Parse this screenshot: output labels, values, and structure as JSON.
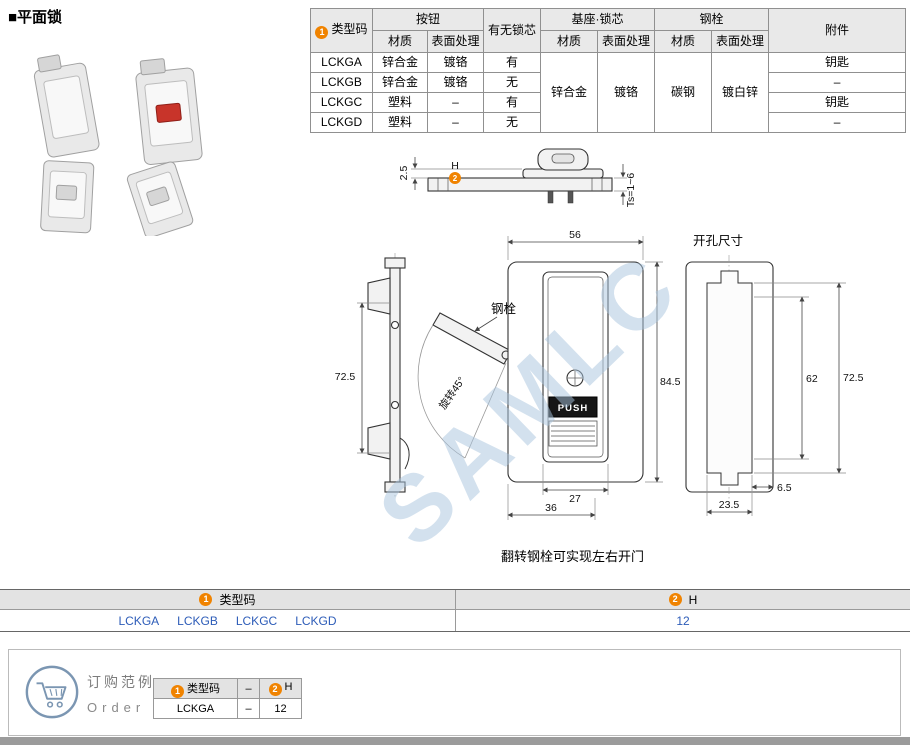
{
  "page": {
    "title": "■平面锁",
    "watermark": "SAMLC",
    "caption": "翻转钢栓可实现左右开门",
    "hole_title": "开孔尺寸"
  },
  "badges": {
    "one": "1",
    "two": "2"
  },
  "colors": {
    "accent_orange": "#f08300",
    "link_blue": "#2d5cb8"
  },
  "icons": {
    "order_cart": "shopping-cart-outline",
    "type_marker": "circled-number-orange"
  },
  "spec_table": {
    "header_type": "类型码",
    "groups": {
      "button": "按钮",
      "has_core": "有无锁芯",
      "base_core": "基座·锁芯",
      "bolt": "钢栓",
      "accessory": "附件"
    },
    "sub": {
      "material": "材质",
      "surface": "表面处理"
    },
    "rows": [
      {
        "code": "LCKGA",
        "btn_material": "锌合金",
        "btn_surface": "镀铬",
        "has_core": "有",
        "accessory": "钥匙"
      },
      {
        "code": "LCKGB",
        "btn_material": "锌合金",
        "btn_surface": "镀铬",
        "has_core": "无",
        "accessory": "–"
      },
      {
        "code": "LCKGC",
        "btn_material": "塑料",
        "btn_surface": "–",
        "has_core": "有",
        "accessory": "钥匙"
      },
      {
        "code": "LCKGD",
        "btn_material": "塑料",
        "btn_surface": "–",
        "has_core": "无",
        "accessory": "–"
      }
    ],
    "merged": {
      "base_material": "锌合金",
      "base_surface": "镀铬",
      "bolt_material": "碳钢",
      "bolt_surface": "镀白锌"
    }
  },
  "drawing": {
    "dim_flange_height": "2.5",
    "dim_h": "H",
    "dim_panel_thickness": "Ts=1~6",
    "dim_width": "56",
    "dim_side_height": "72.5",
    "dim_height": "84.5",
    "dim_button_width": "27",
    "dim_body_width": "36",
    "dim_hole_inner": "62",
    "dim_hole_height": "72.5",
    "dim_hole_offset": "6.5",
    "dim_hole_width": "23.5",
    "bolt_label": "钢栓",
    "rotate_label": "旋转45°",
    "push_label": "PUSH"
  },
  "selection_table": {
    "type_header": "类型码",
    "h_header": "H",
    "codes": [
      "LCKGA",
      "LCKGB",
      "LCKGC",
      "LCKGD"
    ],
    "h_value": "12"
  },
  "order": {
    "label_cn": "订购范例",
    "label_en": "Order",
    "type_header": "类型码",
    "separator": "–",
    "h_header": "H",
    "code": "LCKGA",
    "h_value": "12"
  }
}
